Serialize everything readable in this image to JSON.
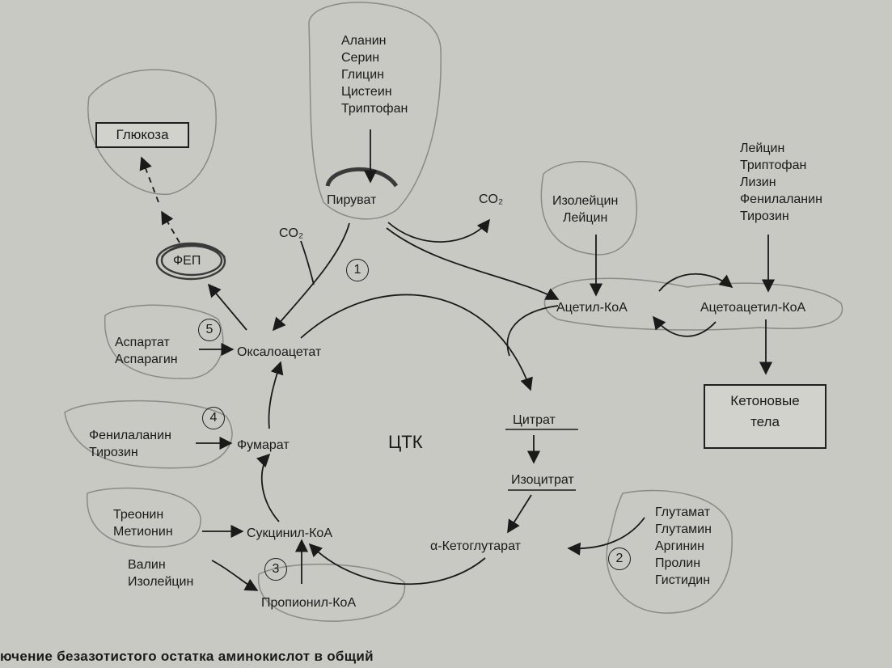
{
  "labels": {
    "glucose": "Глюкоза",
    "pyruvate": "Пируват",
    "fep": "ФЕП",
    "co2_left": "CO₂",
    "co2_right": "CO₂",
    "oxaloacetate": "Оксалоацетат",
    "fumarate": "Фумарат",
    "succinyl_coa": "Сукцинил-КоА",
    "propionyl_coa": "Пропионил-КоА",
    "tca": "ЦТК",
    "citrate": "Цитрат",
    "isocitrate": "Изоцитрат",
    "alpha_ketoglutarate": "α-Кетоглутарат",
    "acetyl_coa": "Ацетил-КоА",
    "acetoacetyl_coa": "Ацетоацетил-КоА",
    "ketone_bodies": [
      "Кетоновые",
      "тела"
    ]
  },
  "groups": {
    "pyruvate_sources": [
      "Аланин",
      "Серин",
      "Глицин",
      "Цистеин",
      "Триптофан"
    ],
    "acetyl_sources": [
      "Изолейцин",
      "Лейцин"
    ],
    "acetoacetyl_sources": [
      "Лейцин",
      "Триптофан",
      "Лизин",
      "Фенилаланин",
      "Тирозин"
    ],
    "oxaloacetate_sources": [
      "Аспартат",
      "Аспарагин"
    ],
    "fumarate_sources": [
      "Фенилаланин",
      "Тирозин"
    ],
    "succinyl_sources": [
      "Треонин",
      "Метионин"
    ],
    "propionyl_sources": [
      "Валин",
      "Изолейцин"
    ],
    "akg_sources": [
      "Глутамат",
      "Глутамин",
      "Аргинин",
      "Пролин",
      "Гистидин"
    ]
  },
  "markers": [
    "1",
    "2",
    "3",
    "4",
    "5"
  ],
  "caption": "ючение безазотистого остатка аминокислот в общий"
}
